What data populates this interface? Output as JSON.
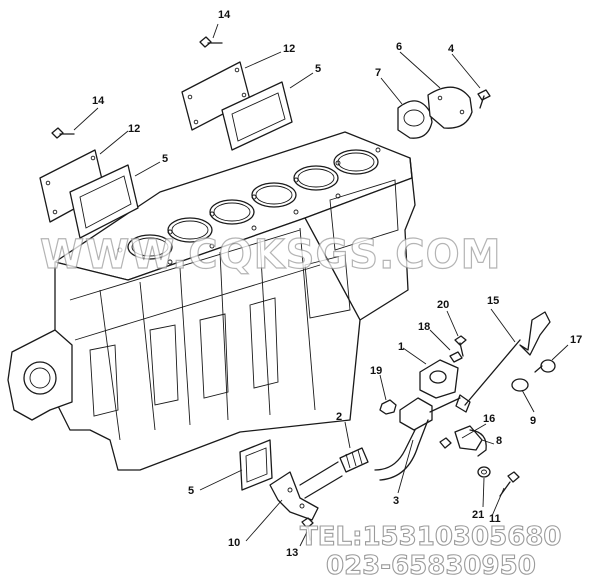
{
  "diagram": {
    "callouts": [
      "14",
      "12",
      "5",
      "14",
      "12",
      "5",
      "6",
      "4",
      "7",
      "20",
      "15",
      "18",
      "1",
      "17",
      "19",
      "2",
      "9",
      "16",
      "8",
      "5",
      "3",
      "21",
      "11",
      "10",
      "13"
    ]
  },
  "watermark": {
    "site": "WWW.CQKSGS.COM",
    "tel": "TEL:15310305680",
    "phone": "023-65830950"
  },
  "colors": {
    "line": "#1a1a1a",
    "watermark_stroke": "#9c9c9c",
    "background": "#ffffff"
  }
}
